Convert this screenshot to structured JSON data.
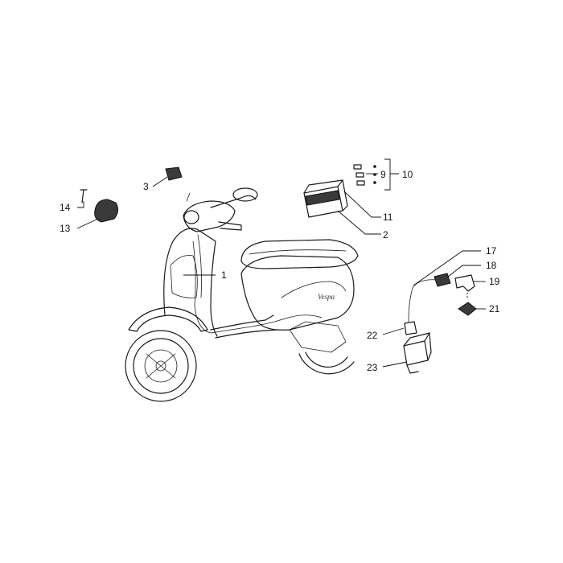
{
  "callouts": [
    "1",
    "2",
    "3",
    "9",
    "10",
    "11",
    "13",
    "14",
    "17",
    "18",
    "19",
    "21",
    "22",
    "23"
  ]
}
